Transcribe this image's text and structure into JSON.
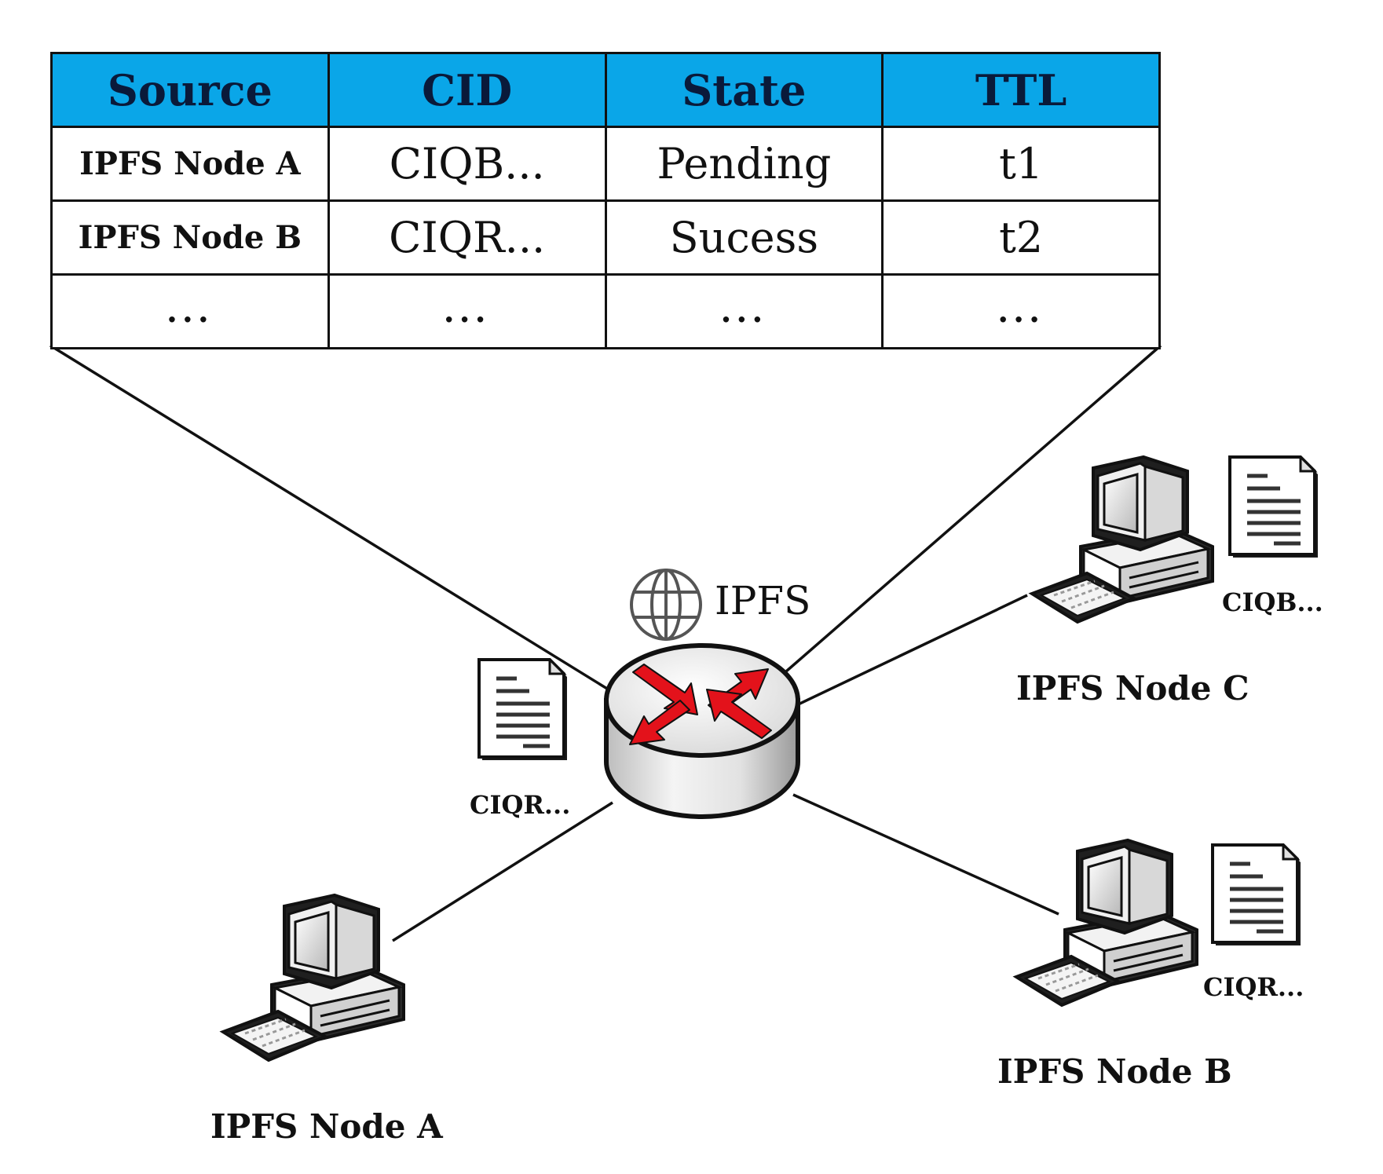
{
  "table": {
    "headers": [
      "Source",
      "CID",
      "State",
      "TTL"
    ],
    "rows": [
      [
        "IPFS Node A",
        "CIQB...",
        "Pending",
        "t1"
      ],
      [
        "IPFS Node B",
        "CIQR...",
        "Sucess",
        "t2"
      ],
      [
        "...",
        "...",
        "...",
        "..."
      ]
    ]
  },
  "hub": {
    "label": "IPFS",
    "globe_icon": "globe-icon",
    "router_icon": "router-icon"
  },
  "nodes": {
    "a": {
      "label": "IPFS Node A"
    },
    "b": {
      "label": "IPFS Node B",
      "file_cid": "CIQR..."
    },
    "c": {
      "label": "IPFS Node C",
      "file_cid": "CIQB..."
    }
  },
  "hub_file": {
    "cid": "CIQR..."
  },
  "colors": {
    "header_bg": "#0AA6E8",
    "arrow": "#E3121B",
    "line": "#111111"
  }
}
